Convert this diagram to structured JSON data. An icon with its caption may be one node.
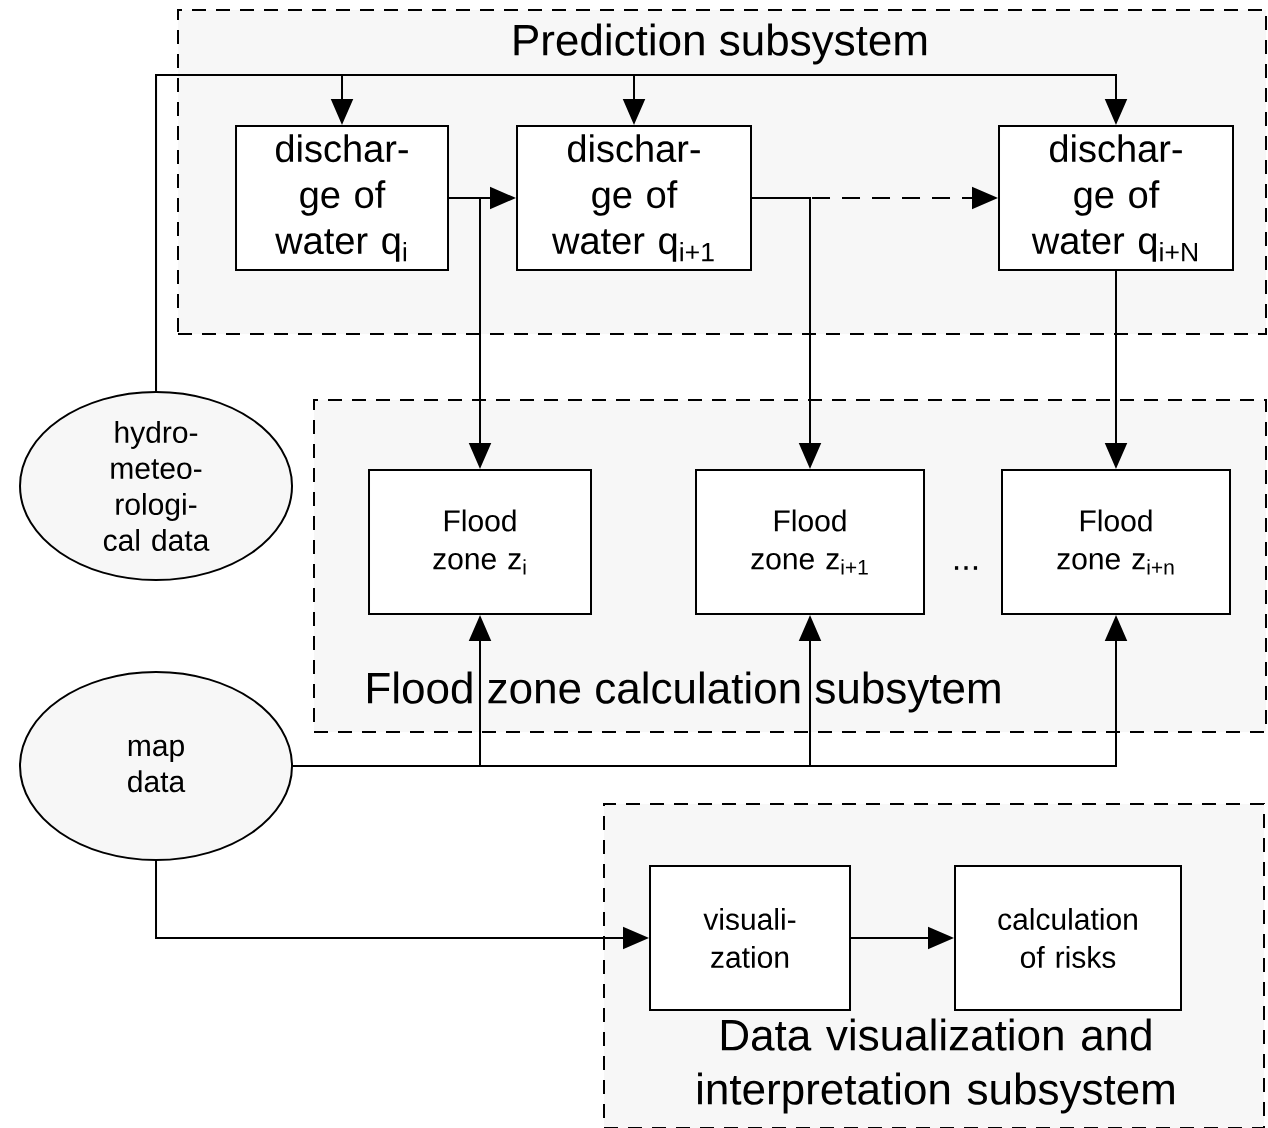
{
  "diagram": {
    "nodes": [
      {
        "text": [
          "Prediction subsystem"
        ]
      },
      {
        "text": [
          "dischar- ge of water q$_{i}$"
        ],
        "in": 0
      },
      {
        "text": [
          "dischar- ge of water q$_{i+1}$"
        ],
        "in": 0
      },
      {
        "text": [
          "dischar- ge of water q$_{i+N}$"
        ],
        "in": 0
      },
      {
        "text": [
          "Flood zone calculation subsytem"
        ]
      },
      {
        "text": [
          "Flood zone z$_{i}$"
        ],
        "in": 4
      },
      {
        "text": [
          "Flood zone z$_{i+1}$"
        ],
        "in": 4
      },
      {
        "text": [
          "Flood zone z$_{i+n}$"
        ],
        "in": 4
      },
      {
        "text": [
          "Data visualization and interpretation subsystem"
        ]
      },
      {
        "text": [
          "visuali- zation"
        ],
        "in": 8
      },
      {
        "text": [
          "calculation of risks"
        ],
        "in": 8
      },
      {
        "text": [
          "hydro- meteo- rologi- cal data"
        ]
      },
      {
        "text": [
          "map data"
        ]
      }
    ],
    "edges": [
      {
        "from": 11,
        "to": 1,
        "arrow": "to"
      },
      {
        "from": 11,
        "to": 2,
        "arrow": "to"
      },
      {
        "from": 11,
        "to": 3,
        "arrow": "to"
      },
      {
        "from": 1,
        "to": 2,
        "arrow": "to"
      },
      {
        "from": 2,
        "to": 3,
        "arrow": "to",
        "style": "dashed"
      },
      {
        "from": 1,
        "to": 5,
        "arrow": "to"
      },
      {
        "from": 2,
        "to": 6,
        "arrow": "to"
      },
      {
        "from": 3,
        "to": 7,
        "arrow": "to"
      },
      {
        "from": 12,
        "to": 5,
        "arrow": "to"
      },
      {
        "from": 12,
        "to": 6,
        "arrow": "to"
      },
      {
        "from": 12,
        "to": 7,
        "arrow": "to"
      },
      {
        "from": 12,
        "to": 9,
        "arrow": "to"
      },
      {
        "from": 9,
        "to": 10,
        "arrow": "to"
      }
    ],
    "labels": [
      "..."
    ]
  }
}
